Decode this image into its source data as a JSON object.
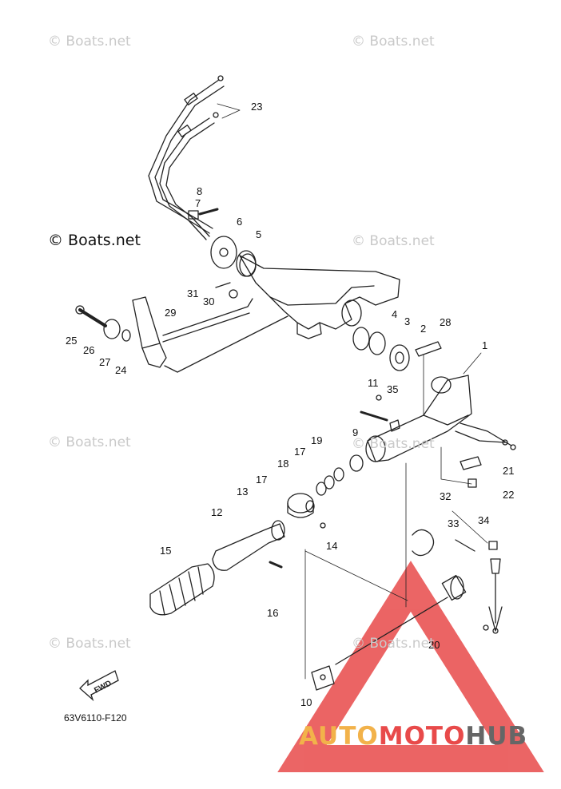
{
  "watermarks": [
    "© Boats.net",
    "© Boats.net",
    "© Boats.net",
    "© Boats.net",
    "© Boats.net",
    "© Boats.net",
    "© Boats.net",
    "© Boats.net"
  ],
  "diagram_code": "63V6110-F120",
  "fwd_label": "FWD",
  "brand": {
    "part1": "AUTO",
    "part2": "MOTO",
    "part3": "HUB"
  },
  "callouts": [
    "1",
    "2",
    "3",
    "4",
    "5",
    "6",
    "7",
    "8",
    "9",
    "10",
    "11",
    "12",
    "13",
    "14",
    "15",
    "16",
    "17",
    "17",
    "18",
    "19",
    "20",
    "21",
    "22",
    "23",
    "24",
    "25",
    "26",
    "27",
    "28",
    "29",
    "30",
    "31",
    "32",
    "33",
    "34",
    "35"
  ],
  "colors": {
    "line": "#222222",
    "watermark": "#c9c9c9",
    "logo_red": "#e84a4a",
    "logo_orange": "#f2b24a"
  }
}
